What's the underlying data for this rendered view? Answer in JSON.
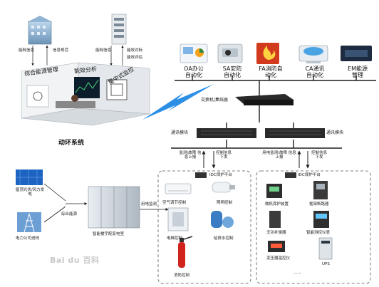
{
  "top_left_monitoring": {
    "energy_info": "能耗信息",
    "info_standard": "信息规范",
    "energy_info_2": "能耗信息",
    "energy_compare": "能效对标",
    "energy_evaluate": "能效评估"
  },
  "center_platform": {
    "integrated_energy": "综合能源管理",
    "energy_analysis": "能效分析",
    "centralized_monitor": "集中式监控",
    "system_title": "动环系统"
  },
  "automation": [
    {
      "label": "OA办公自动化"
    },
    {
      "label": "SA安防自动化"
    },
    {
      "label": "FA消防自动化"
    },
    {
      "label": "CA通讯自动化"
    },
    {
      "label": "EM能源管理"
    }
  ],
  "network": {
    "switch": "交换机/集线器",
    "comm_module_left": "通讯模块",
    "comm_module_right": "通讯模块"
  },
  "left_branch": {
    "report_up": "监测\\故障 信息上报",
    "control_down": "控制信息 下发",
    "idc_platform": "IDC保护平台",
    "items": [
      "空气调节控制",
      "照明控制",
      "电梯控制",
      "给排水控制",
      "消防控制"
    ]
  },
  "right_branch": {
    "report_up": "用电监测\\故障 信息上报",
    "control_down": "控制信息 下发",
    "idc_platform": "IDC保护平台",
    "items": [
      "微机保护装置",
      "框架断路器",
      "无功补偿器",
      "智能测控仪表",
      "变压器温控仪",
      "UPS"
    ],
    "ellipsis": "......"
  },
  "power_side": {
    "pv_wind": "屋顶光伏/风力发电",
    "grid": "电力公司进线",
    "integrated_power": "综合能源",
    "power_room": "智能楼宇配变电室",
    "power_monitor": "用电监测"
  },
  "watermark": "Bai du 百科",
  "colors": {
    "line": "#1d1d1d",
    "arrow_blue": "#2c6fb7",
    "lightning": "#2c8fe6",
    "rack": "#2a2a2a"
  }
}
